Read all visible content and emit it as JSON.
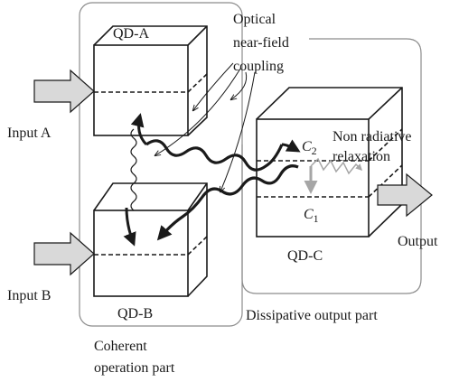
{
  "labels": {
    "qd_a": "QD-A",
    "qd_b": "QD-B",
    "qd_c": "QD-C",
    "input_a": "Input A",
    "input_b": "Input B",
    "output": "Output",
    "coupling_line1": "Optical",
    "coupling_line2": "near-field",
    "coupling_line3": "coupling",
    "relaxation_line1": "Non radiative",
    "relaxation_line2": "relaxation",
    "c2": "C",
    "c2_sub": "2",
    "c1": "C",
    "c1_sub": "1",
    "coherent_line1": "Coherent",
    "coherent_line2": "operation part",
    "dissipative": "Dissipative output part"
  },
  "colors": {
    "stroke": "#1a1a1a",
    "arrow_fill": "#d9d9d9",
    "relax_gray": "#a6a6a6",
    "frame": "#8c8c8c"
  }
}
